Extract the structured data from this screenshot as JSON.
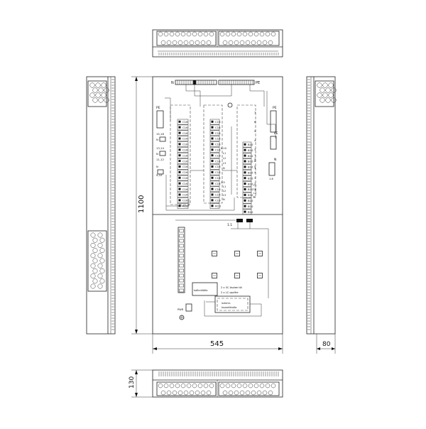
{
  "dimensions": {
    "width": "545",
    "height": "1100",
    "depth_side": "80",
    "depth_bottom": "130"
  },
  "bus_labels": {
    "n_top": "N",
    "pe_top": "PE",
    "pe_left": "PE",
    "pe_right": "PE",
    "pe_right_2": "PE",
    "n_right": "N"
  },
  "left_group_labels": [
    "15,16",
    "N",
    "13,14",
    "N",
    "11,12",
    "N",
    "9,10"
  ],
  "breaker_columns": [
    {
      "labels": [
        "C16",
        "C16",
        "C16",
        "C16",
        "C16",
        "C16",
        "C16",
        "C16",
        "C16",
        "C16",
        "C16",
        "C16",
        "C16",
        "C16",
        "C16",
        "RCD"
      ],
      "tags": [
        "",
        "",
        "16",
        "",
        "",
        "15",
        "",
        "",
        "",
        "",
        "14",
        "13",
        "",
        "",
        "13-14",
        "",
        "",
        "",
        "",
        "",
        "11",
        "",
        "",
        "12",
        "",
        "10",
        "",
        "",
        "",
        "9-14",
        ""
      ]
    },
    {
      "labels": [
        "C16",
        "C16",
        "C16",
        "C16",
        "C16",
        "C16",
        "C16",
        "C16",
        "C16",
        "C16",
        "C16",
        "C16",
        "C16",
        "C16",
        "C16",
        "RCD"
      ]
    },
    {
      "labels": [
        "B10",
        "B10",
        "B10",
        "B10",
        "B10",
        "B10",
        "B10",
        "B10",
        "B10",
        "B10",
        "B10",
        "B10",
        "B10"
      ]
    }
  ],
  "right_col_numbers": [
    "7",
    "6",
    "5",
    "4",
    "3",
    "2",
    "1"
  ],
  "terminal_marks": [
    "L1",
    "L2",
    "L3",
    "N"
  ],
  "right_tags": [
    "L1",
    "L2",
    "L3",
    "N",
    "1-6"
  ],
  "middle_tags": [
    "6-10",
    "L1",
    "L2",
    "L3",
    "N",
    "1-5",
    "L1",
    "L2",
    "L3",
    "N"
  ],
  "mid_label": "1.1",
  "lower_section": {
    "box_label": "kofkciótéla",
    "line1": "2 x 5C öszlee tól",
    "line2": "2 x LC qazífre",
    "panel_label_1": "üzlemi-",
    "panel_label_2": "hazzelkiotla",
    "pwr_label": "PWR"
  }
}
